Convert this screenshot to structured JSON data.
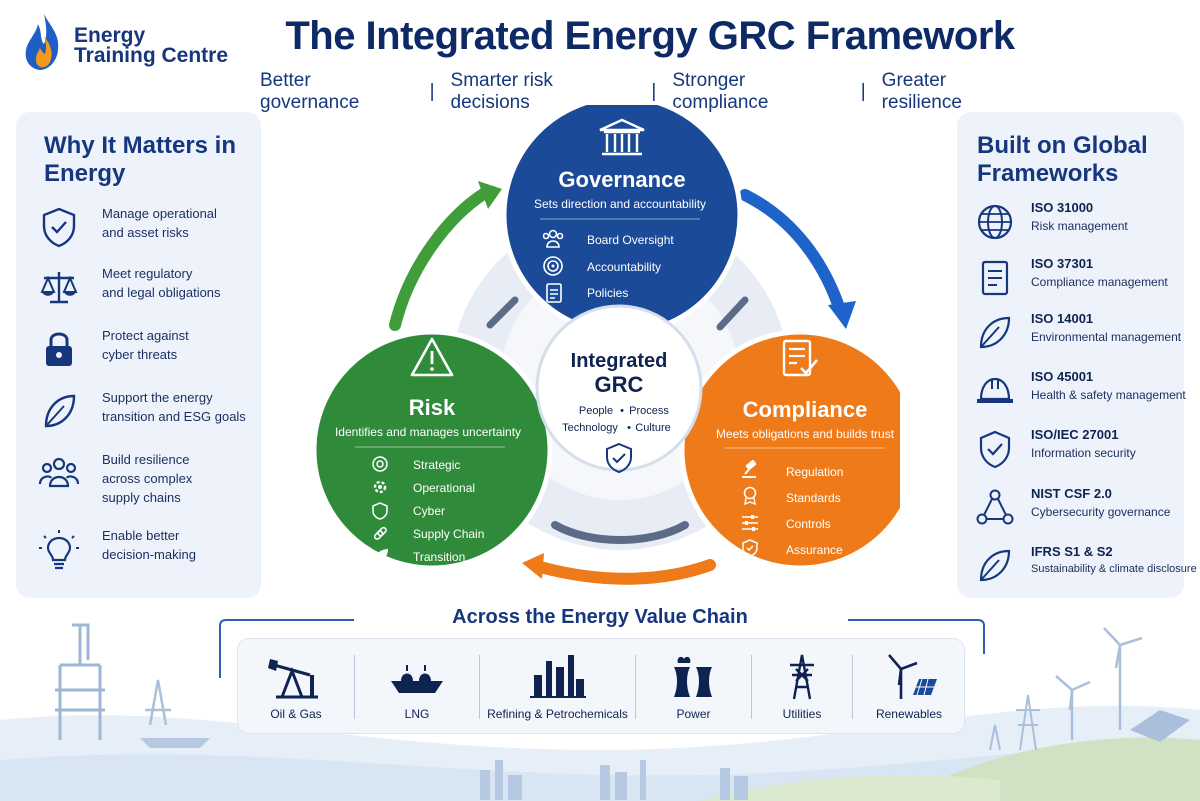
{
  "logo": {
    "line1": "Energy",
    "line2": "Training Centre"
  },
  "title": "The Integrated Energy GRC Framework",
  "tagline": [
    "Better governance",
    "Smarter risk decisions",
    "Stronger compliance",
    "Greater resilience"
  ],
  "tagline_separator": "|",
  "why": {
    "heading": "Why It Matters in Energy",
    "items": [
      {
        "icon": "shield-check-icon",
        "lines": [
          "Manage operational",
          "and asset risks"
        ]
      },
      {
        "icon": "scales-icon",
        "lines": [
          "Meet regulatory",
          "and legal obligations"
        ]
      },
      {
        "icon": "padlock-icon",
        "lines": [
          "Protect against",
          "cyber threats"
        ]
      },
      {
        "icon": "leaf-icon",
        "lines": [
          "Support the energy",
          "transition and ESG goals"
        ]
      },
      {
        "icon": "people-icon",
        "lines": [
          "Build resilience",
          "across complex",
          "supply chains"
        ]
      },
      {
        "icon": "lightbulb-icon",
        "lines": [
          "Enable better",
          "decision-making"
        ]
      }
    ]
  },
  "frameworks": {
    "heading": "Built on Global Frameworks",
    "items": [
      {
        "icon": "globe-icon",
        "name": "ISO 31000",
        "desc": "Risk management"
      },
      {
        "icon": "document-icon",
        "name": "ISO 37301",
        "desc": "Compliance management"
      },
      {
        "icon": "leaf-icon",
        "name": "ISO 14001",
        "desc": "Environmental management"
      },
      {
        "icon": "hardhat-icon",
        "name": "ISO 45001",
        "desc": "Health & safety management"
      },
      {
        "icon": "shield-check-icon",
        "name": "ISO/IEC 27001",
        "desc": "Information security"
      },
      {
        "icon": "network-icon",
        "name": "NIST CSF 2.0",
        "desc": "Cybersecurity governance"
      },
      {
        "icon": "leaf-icon",
        "name": "IFRS S1 & S2",
        "desc": "Sustainability & climate disclosure"
      }
    ]
  },
  "governance": {
    "title": "Governance",
    "subtitle": "Sets direction and accountability",
    "items": [
      "Board Oversight",
      "Accountability",
      "Policies"
    ],
    "color": "#1b4a99"
  },
  "risk": {
    "title": "Risk",
    "subtitle": "Identifies and manages uncertainty",
    "items": [
      "Strategic",
      "Operational",
      "Cyber",
      "Supply Chain",
      "Transition"
    ],
    "color": "#2f8a3a"
  },
  "compliance": {
    "title": "Compliance",
    "subtitle": "Meets obligations and builds trust",
    "items": [
      "Regulation",
      "Standards",
      "Controls",
      "Assurance"
    ],
    "color": "#ef7a1a"
  },
  "center": {
    "title_line1": "Integrated",
    "title_line2": "GRC",
    "row1": [
      "People",
      "Process"
    ],
    "row2": [
      "Technology",
      "Culture"
    ],
    "bullet": "•"
  },
  "value_chain": {
    "heading": "Across the Energy Value Chain",
    "items": [
      {
        "icon": "pumpjack-icon",
        "label": "Oil & Gas"
      },
      {
        "icon": "lng-ship-icon",
        "label": "LNG"
      },
      {
        "icon": "refinery-icon",
        "label": "Refining & Petrochemicals"
      },
      {
        "icon": "power-plant-icon",
        "label": "Power"
      },
      {
        "icon": "pylon-icon",
        "label": "Utilities"
      },
      {
        "icon": "wind-solar-icon",
        "label": "Renewables"
      }
    ]
  },
  "colors": {
    "navy": "#0d2a66",
    "green": "#2f8a3a",
    "orange": "#ef7a1a",
    "blue": "#1b4a99",
    "accent_blue": "#1e63c9"
  }
}
